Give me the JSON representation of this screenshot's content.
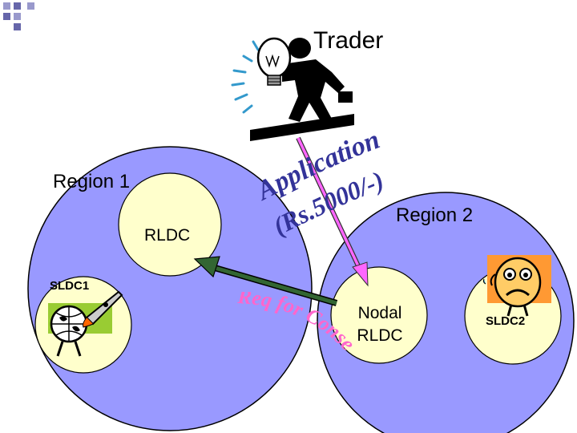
{
  "trader": {
    "label": "Trader"
  },
  "region1": {
    "title": "Region 1",
    "rldc_label": "RLDC",
    "sldc_label": "SLDC1"
  },
  "region2": {
    "title": "Region 2",
    "nodal_label_line1": "Nodal",
    "nodal_label_line2": "RLDC",
    "sldc_label": "SLDC2"
  },
  "application": {
    "line1": "Application",
    "line2": "(Rs.5000/-)"
  },
  "request": {
    "text": "Req for Consent"
  },
  "colors": {
    "region_fill": "#9999ff",
    "inner_fill": "#ffffcc",
    "application_text": "#333399",
    "request_text": "#ff66cc",
    "application_arrow": "#ff66ff",
    "request_arrow": "#336633"
  }
}
